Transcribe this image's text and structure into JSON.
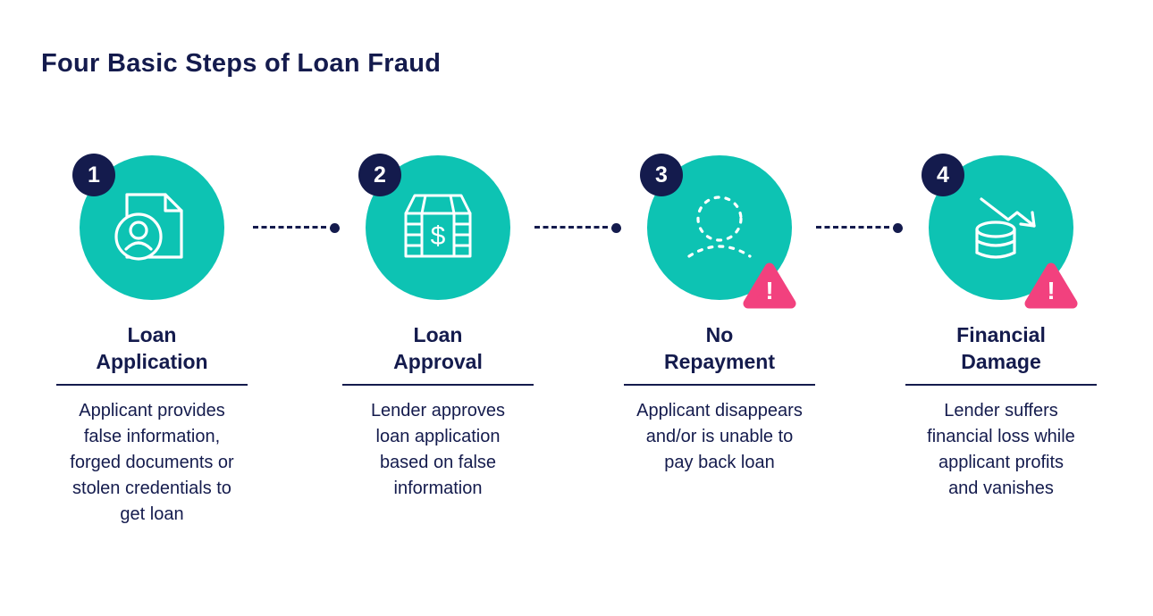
{
  "title": "Four Basic Steps of Loan Fraud",
  "colors": {
    "teal": "#0dc3b3",
    "navy": "#141b4d",
    "pink": "#f2417e",
    "background": "#ffffff",
    "icon_stroke": "#ffffff"
  },
  "warning_symbol": "!",
  "money_symbol": "$",
  "steps": [
    {
      "number": "1",
      "icon": "document-user-icon",
      "title_lines": [
        "Loan",
        "Application"
      ],
      "description_lines": [
        "Applicant provides",
        "false information,",
        "forged documents or",
        "stolen credentials to",
        "get loan"
      ],
      "warning": false
    },
    {
      "number": "2",
      "icon": "money-stack-icon",
      "title_lines": [
        "Loan",
        "Approval"
      ],
      "description_lines": [
        "Lender approves",
        "loan application",
        "based on false",
        "information"
      ],
      "warning": false
    },
    {
      "number": "3",
      "icon": "missing-person-icon",
      "title_lines": [
        "No",
        "Repayment"
      ],
      "description_lines": [
        "Applicant disappears",
        "and/or is unable to",
        "pay back loan"
      ],
      "warning": true
    },
    {
      "number": "4",
      "icon": "financial-decline-icon",
      "title_lines": [
        "Financial",
        "Damage"
      ],
      "description_lines": [
        "Lender suffers",
        "financial loss while",
        "applicant profits",
        "and vanishes"
      ],
      "warning": true
    }
  ]
}
